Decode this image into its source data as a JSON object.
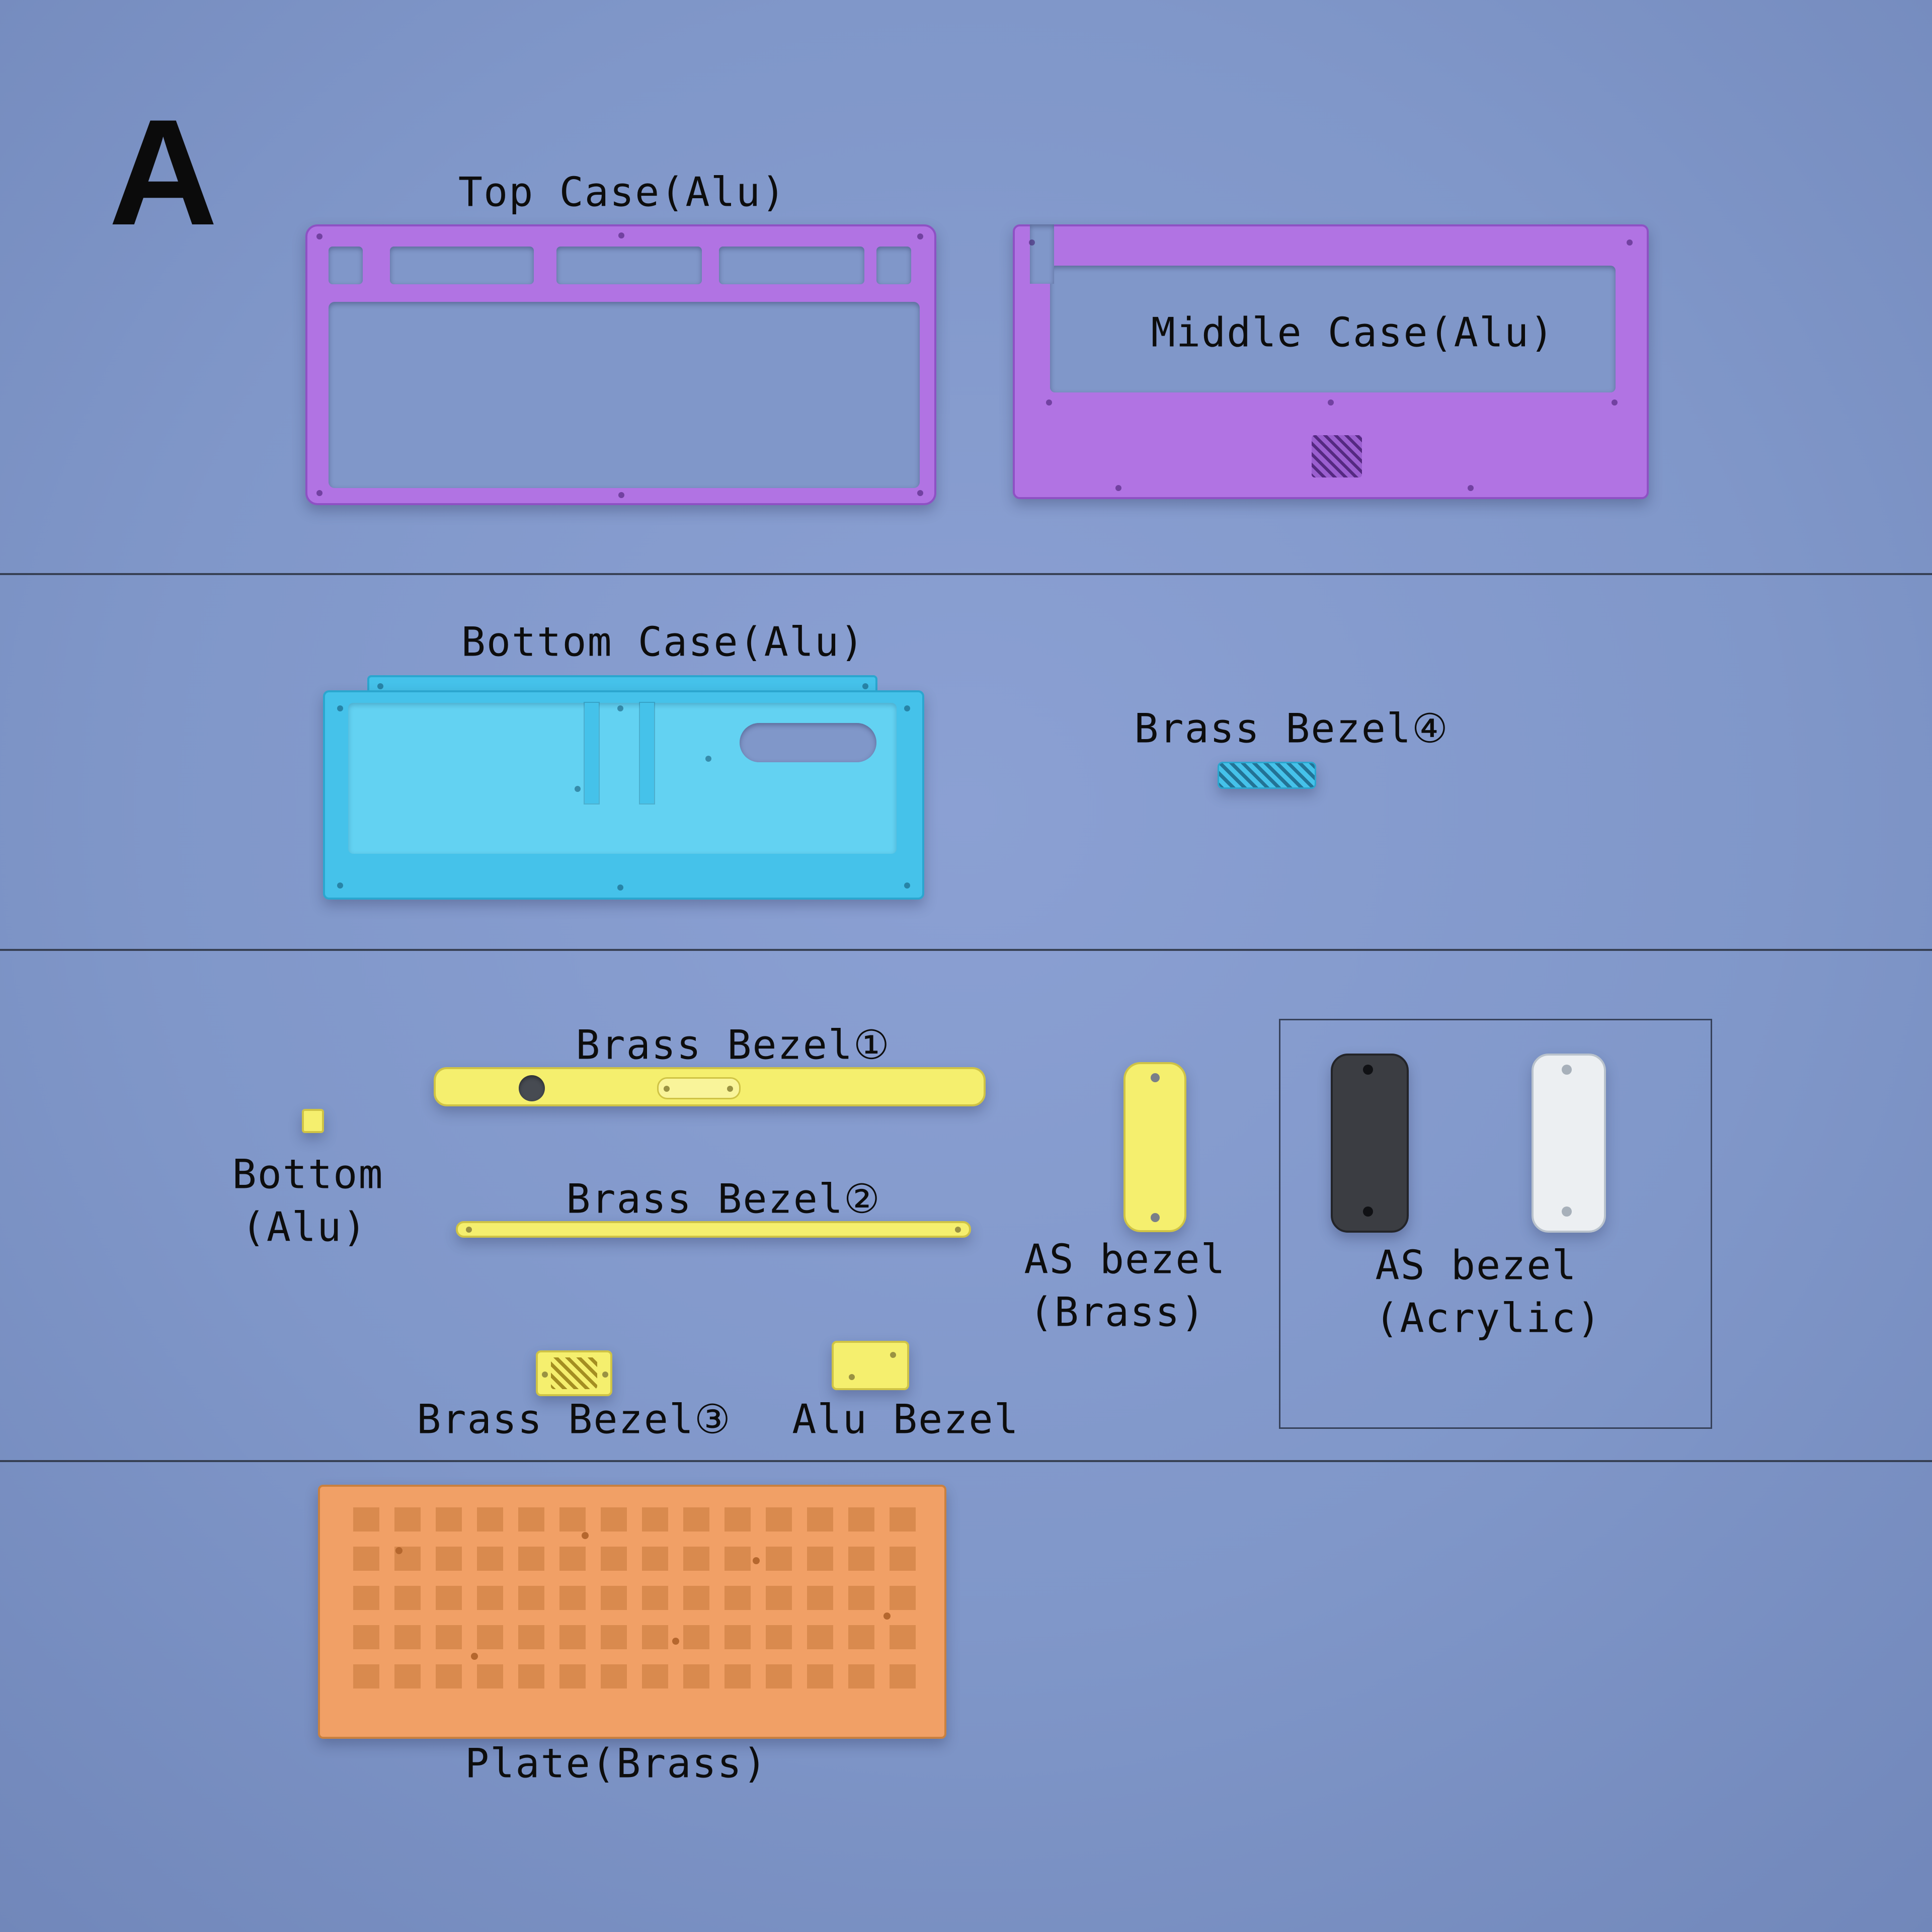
{
  "labels": {
    "panel": "A",
    "top_case": "Top Case(Alu)",
    "middle_case": "Middle Case(Alu)",
    "bottom_case": "Bottom Case(Alu)",
    "brass_bezel_4": "Brass Bezel④",
    "brass_bezel_1": "Brass Bezel①",
    "bottom_alu_1": "Bottom",
    "bottom_alu_2": "(Alu)",
    "brass_bezel_2": "Brass Bezel②",
    "as_brass_1": "AS bezel",
    "as_brass_2": "(Brass)",
    "as_acrylic_1": "AS bezel",
    "as_acrylic_2": "(Acrylic)",
    "brass_bezel_3": "Brass Bezel③",
    "alu_bezel": "Alu Bezel",
    "plate": "Plate(Brass)"
  },
  "colors": {
    "background": "#8097c9",
    "line": "#2a3140",
    "purple": "#b173e3",
    "purple_dark": "#8e51c4",
    "cyan": "#45c2ea",
    "cyan_light": "#63d2f2",
    "cyan_dark": "#2ba6cf",
    "yellow": "#f5ef6e",
    "yellow_dark": "#cfc345",
    "orange": "#f1a066",
    "orange_dark": "#d98a4e",
    "dark_gray": "#3b3d42",
    "white": "#eceff2"
  }
}
